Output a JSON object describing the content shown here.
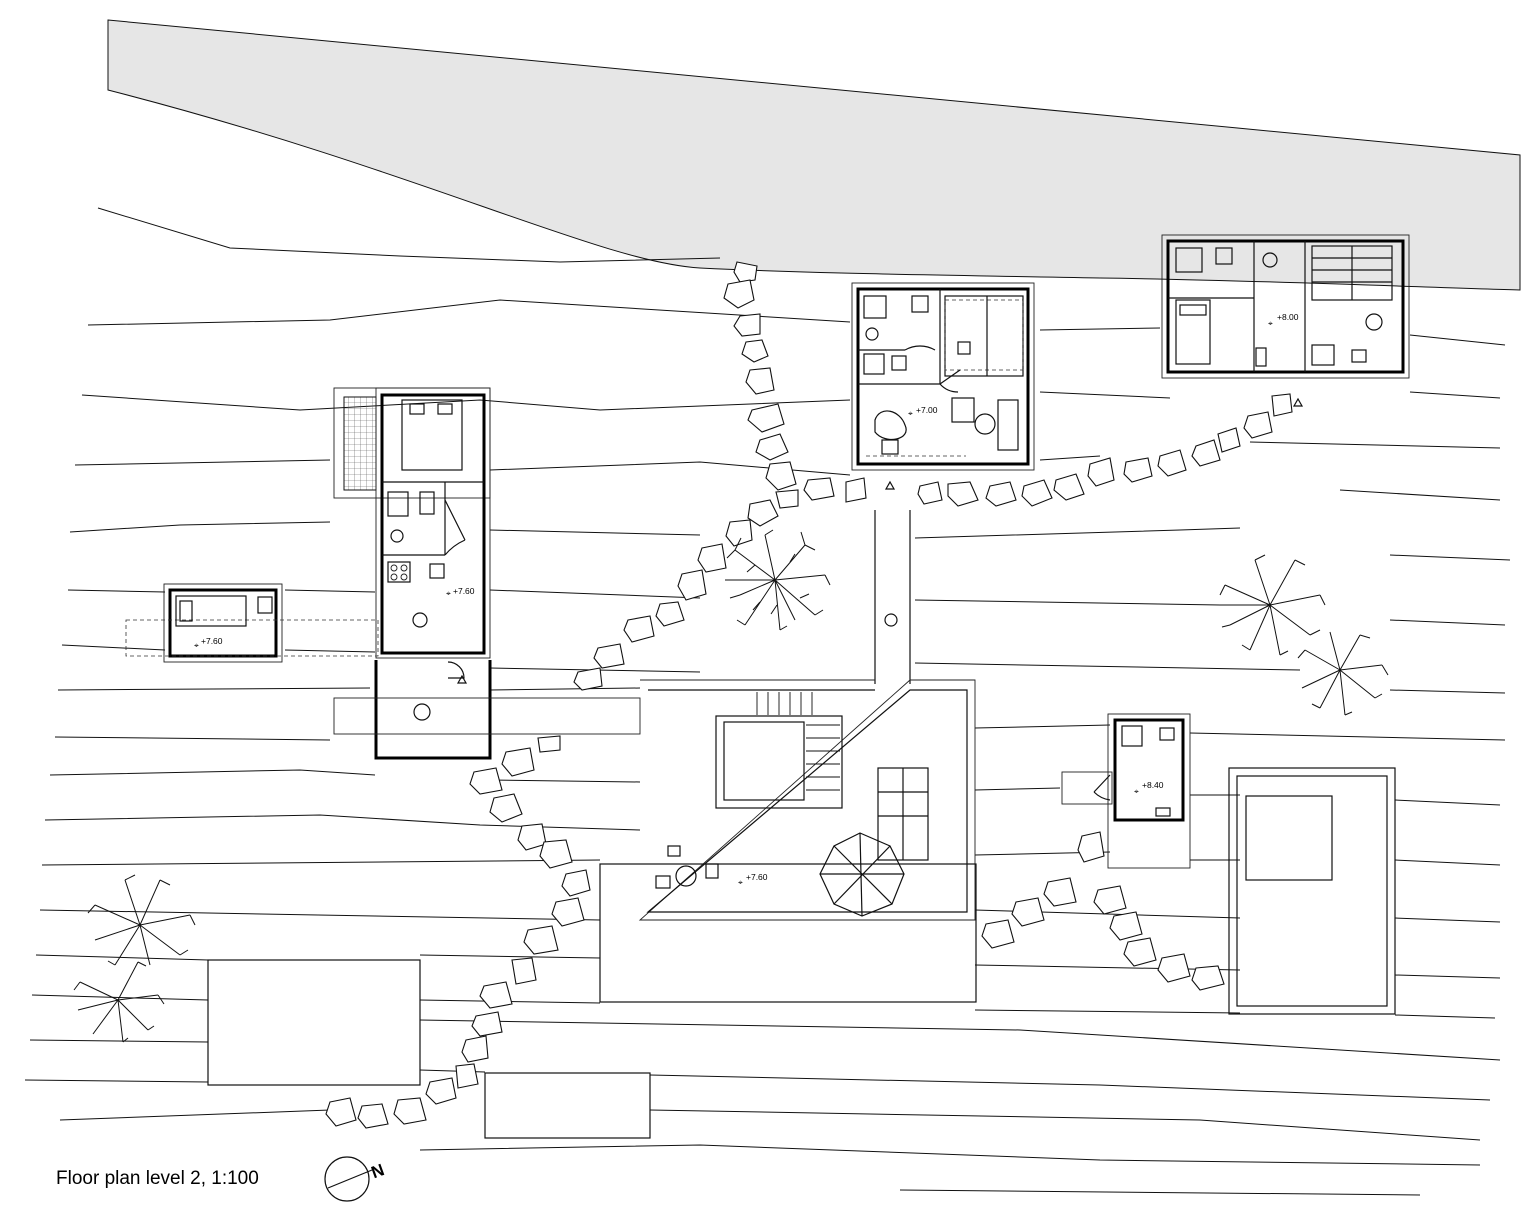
{
  "caption": "Floor plan level 2, 1:100",
  "north_label": "N",
  "levels": {
    "studio_west": "+7.60",
    "house_west": "+7.60",
    "house_center": "+7.00",
    "house_northeast": "+8.00",
    "terrace": "+7.60",
    "kiosk_east": "+8.40"
  },
  "colors": {
    "hillside_fill": "#e6e6e6",
    "line": "#111111",
    "background": "#ffffff"
  }
}
